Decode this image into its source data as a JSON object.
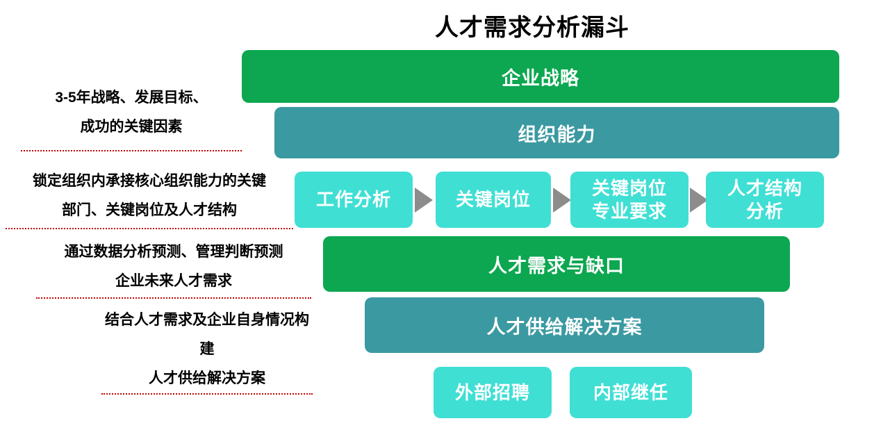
{
  "title": "人才需求分析漏斗",
  "colors": {
    "green": "#0CA750",
    "teal": "#3B99A1",
    "cyan": "#3FDFD4",
    "arrow": "#8C8C8C",
    "underline": "#C00000"
  },
  "annotations": [
    {
      "text": "3-5年战略、发展目标、\n成功的关键因素"
    },
    {
      "text": "锁定组织内承接核心组织能力的关键\n部门、关键岗位及人才结构"
    },
    {
      "text": "通过数据分析预测、管理判断预测\n企业未来人才需求"
    },
    {
      "text": "结合人才需求及企业自身情况构建\n人才供给解决方案"
    }
  ],
  "bars": {
    "strategy": "企业战略",
    "capability": "组织能力",
    "demand_gap": "人才需求与缺口",
    "supply_solution": "人才供给解决方案"
  },
  "steps": [
    {
      "label": "工作分析"
    },
    {
      "label": "关键岗位"
    },
    {
      "label": "关键岗位\n专业要求"
    },
    {
      "label": "人才结构\n分析"
    }
  ],
  "bottom_boxes": [
    {
      "label": "外部招聘"
    },
    {
      "label": "内部继任"
    }
  ]
}
